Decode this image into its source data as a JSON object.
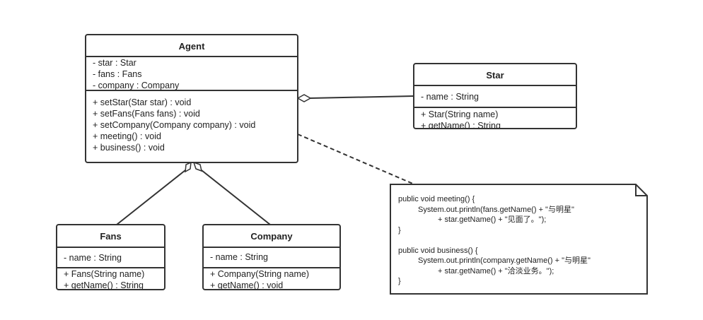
{
  "classes": {
    "agent": {
      "name": "Agent",
      "attributes": [
        "- star : Star",
        "- fans : Fans",
        "- company : Company"
      ],
      "methods": [
        "+ setStar(Star star) : void",
        "+ setFans(Fans fans) : void",
        "+ setCompany(Company company) : void",
        "+ meeting() : void",
        "+ business() : void"
      ]
    },
    "star": {
      "name": "Star",
      "attributes": [
        "- name : String"
      ],
      "methods": [
        "+ Star(String name)",
        "+ getName() : String"
      ]
    },
    "fans": {
      "name": "Fans",
      "attributes": [
        "- name : String"
      ],
      "methods": [
        "+ Fans(String name)",
        "+ getName() : String"
      ]
    },
    "company": {
      "name": "Company",
      "attributes": [
        "- name : String"
      ],
      "methods": [
        "+ Company(String name)",
        "+ getName() : void"
      ]
    }
  },
  "note": {
    "lines": [
      "public void meeting() {",
      "System.out.println(fans.getName() + \"与明星\"",
      "+ star.getName() + \"见面了。\");",
      "}",
      "",
      "public void business() {",
      "System.out.println(company.getName() + \"与明星\"",
      "+ star.getName() + \"洽淡业务。\");",
      "}"
    ]
  },
  "colors": {
    "stroke": "#333333",
    "background": "#ffffff",
    "text": "#222222"
  }
}
